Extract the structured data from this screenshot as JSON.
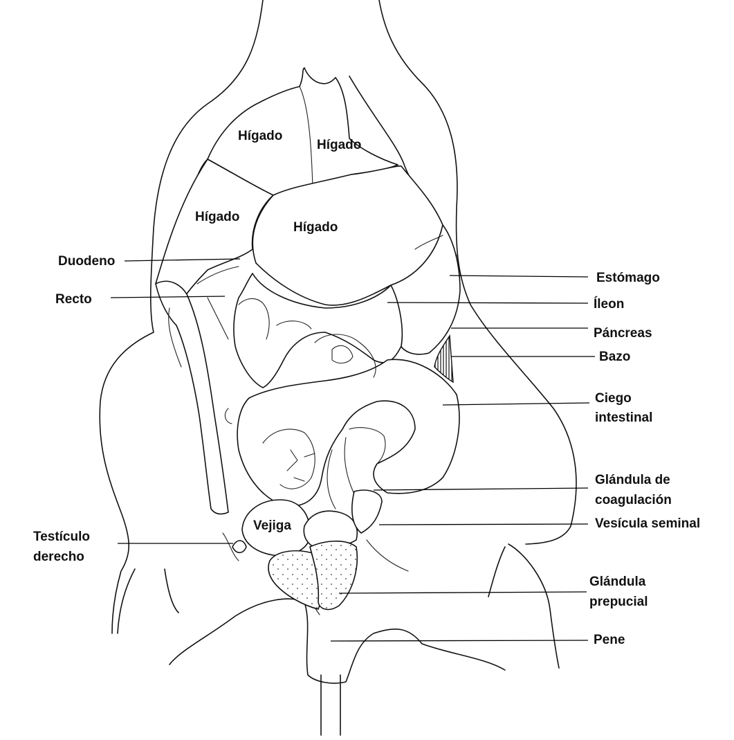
{
  "colors": {
    "ink": "#111111",
    "background": "#ffffff"
  },
  "organ_labels": {
    "liver_1": "Hígado",
    "liver_2": "Hígado",
    "liver_3": "Hígado",
    "liver_4": "Hígado",
    "bladder": "Vejiga"
  },
  "callouts": {
    "duodeno": "Duodeno",
    "recto": "Recto",
    "testiculo_line1": "Testículo",
    "testiculo_line2": "derecho",
    "estomago": "Estómago",
    "ileon": "Íleon",
    "pancreas": "Páncreas",
    "bazo": "Bazo",
    "ciego_line1": "Ciego",
    "ciego_line2": "intestinal",
    "coagulacion_line1": "Glándula de",
    "coagulacion_line2": "coagulación",
    "vesicula": "Vesícula seminal",
    "prepucial_line1": "Glándula",
    "prepucial_line2": "prepucial",
    "pene": "Pene"
  }
}
